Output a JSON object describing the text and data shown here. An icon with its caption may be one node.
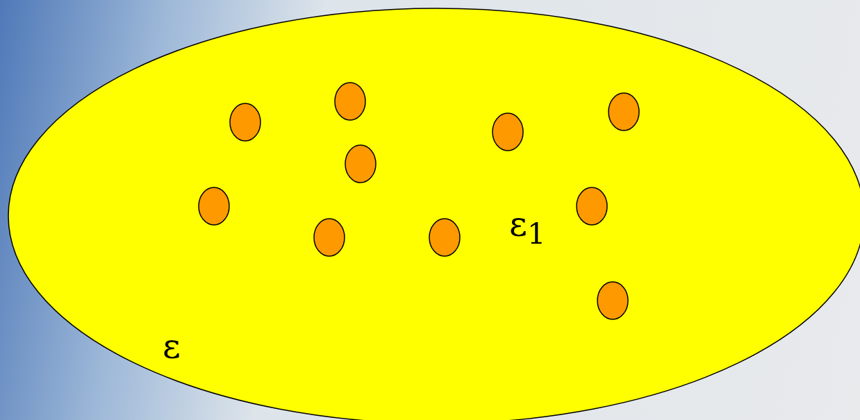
{
  "diagram": {
    "nodes": [
      {
        "text": [
          "ε"
        ]
      },
      {
        "text": [],
        "shape": "circle",
        "in": 0
      },
      {
        "text": [],
        "shape": "circle",
        "in": 0
      },
      {
        "text": [],
        "shape": "circle",
        "in": 0
      },
      {
        "text": [],
        "shape": "circle",
        "in": 0
      },
      {
        "text": [],
        "shape": "circle",
        "in": 0
      },
      {
        "text": [],
        "shape": "circle",
        "in": 0
      },
      {
        "text": [],
        "shape": "circle",
        "in": 0
      },
      {
        "text": [],
        "shape": "circle",
        "in": 0
      },
      {
        "text": [],
        "shape": "circle",
        "in": 0
      },
      {
        "text": [],
        "shape": "circle",
        "in": 0
      }
    ],
    "labels": [
      "ε$_{1}$"
    ]
  }
}
